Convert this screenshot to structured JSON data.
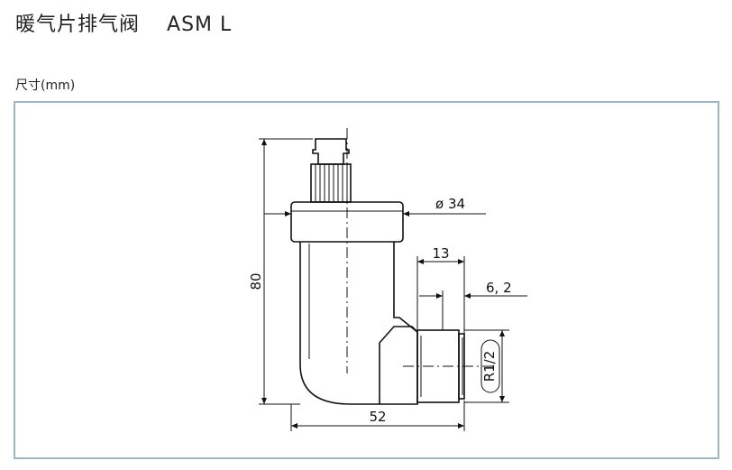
{
  "header": {
    "title": "暖气片排气阀",
    "model": "ASM L",
    "subtitle": "尺寸(mm)"
  },
  "drawing": {
    "dimensions": {
      "height": "80",
      "diameter": "ø 34",
      "offset": "13",
      "thread_length": "6, 2",
      "length": "52",
      "thread": "R1/2"
    }
  }
}
